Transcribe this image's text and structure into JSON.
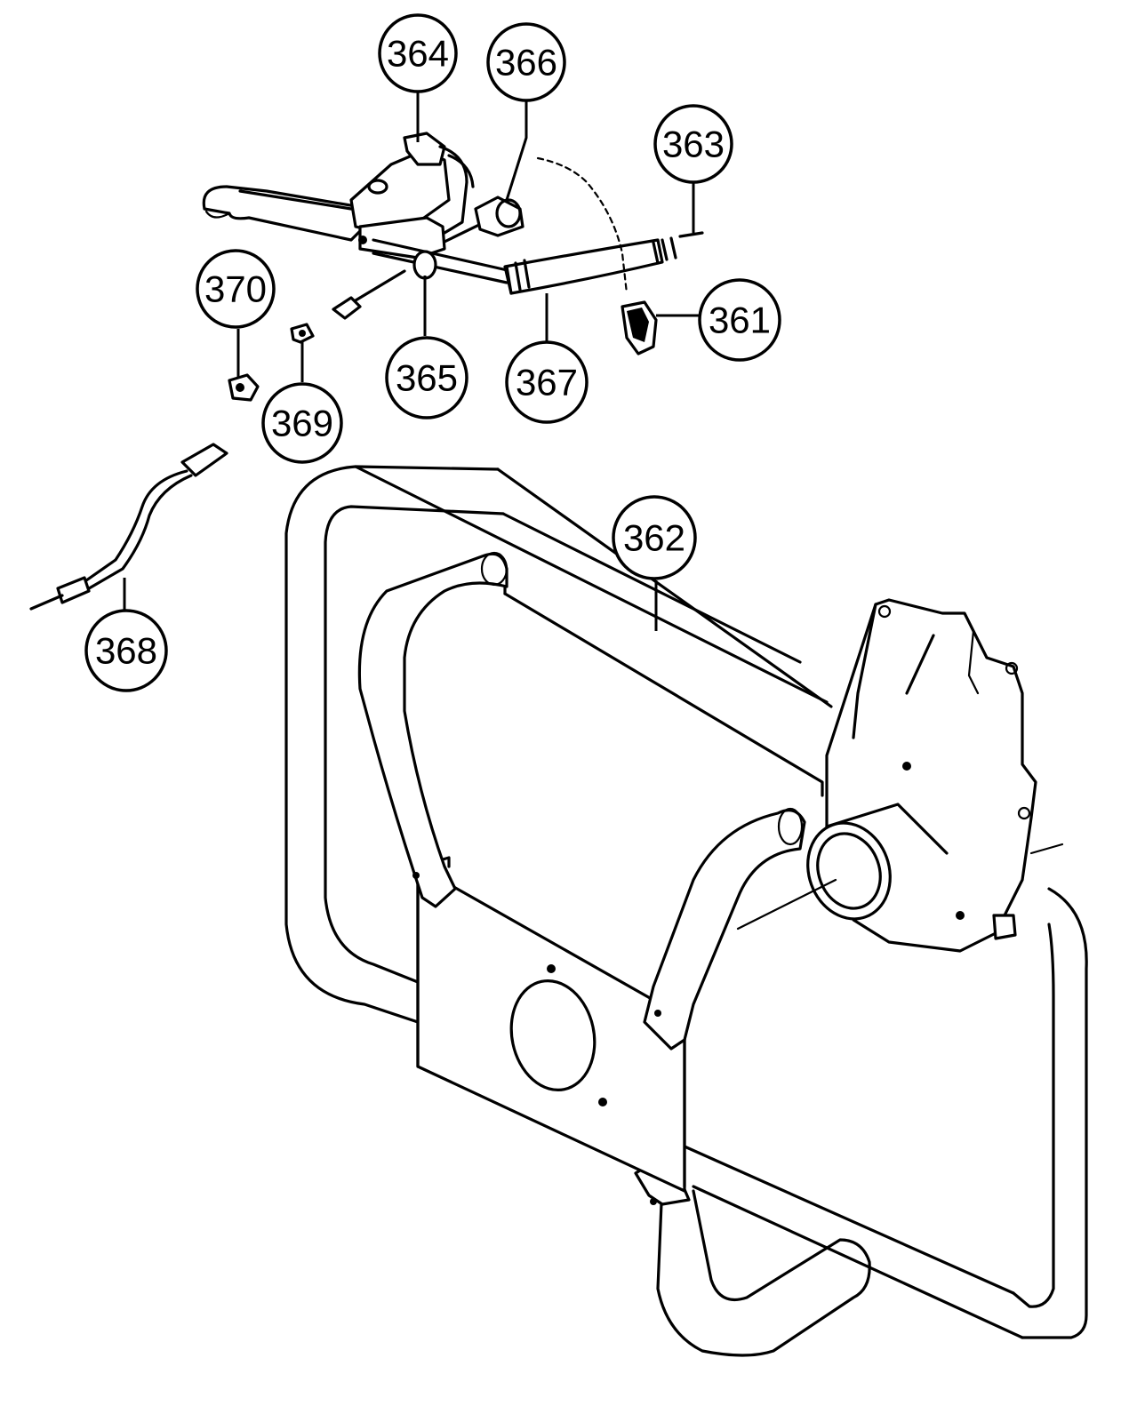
{
  "callouts": {
    "c361": "361",
    "c362": "362",
    "c363": "363",
    "c364": "364",
    "c365": "365",
    "c366": "366",
    "c367": "367",
    "c368": "368",
    "c369": "369",
    "c370": "370"
  }
}
